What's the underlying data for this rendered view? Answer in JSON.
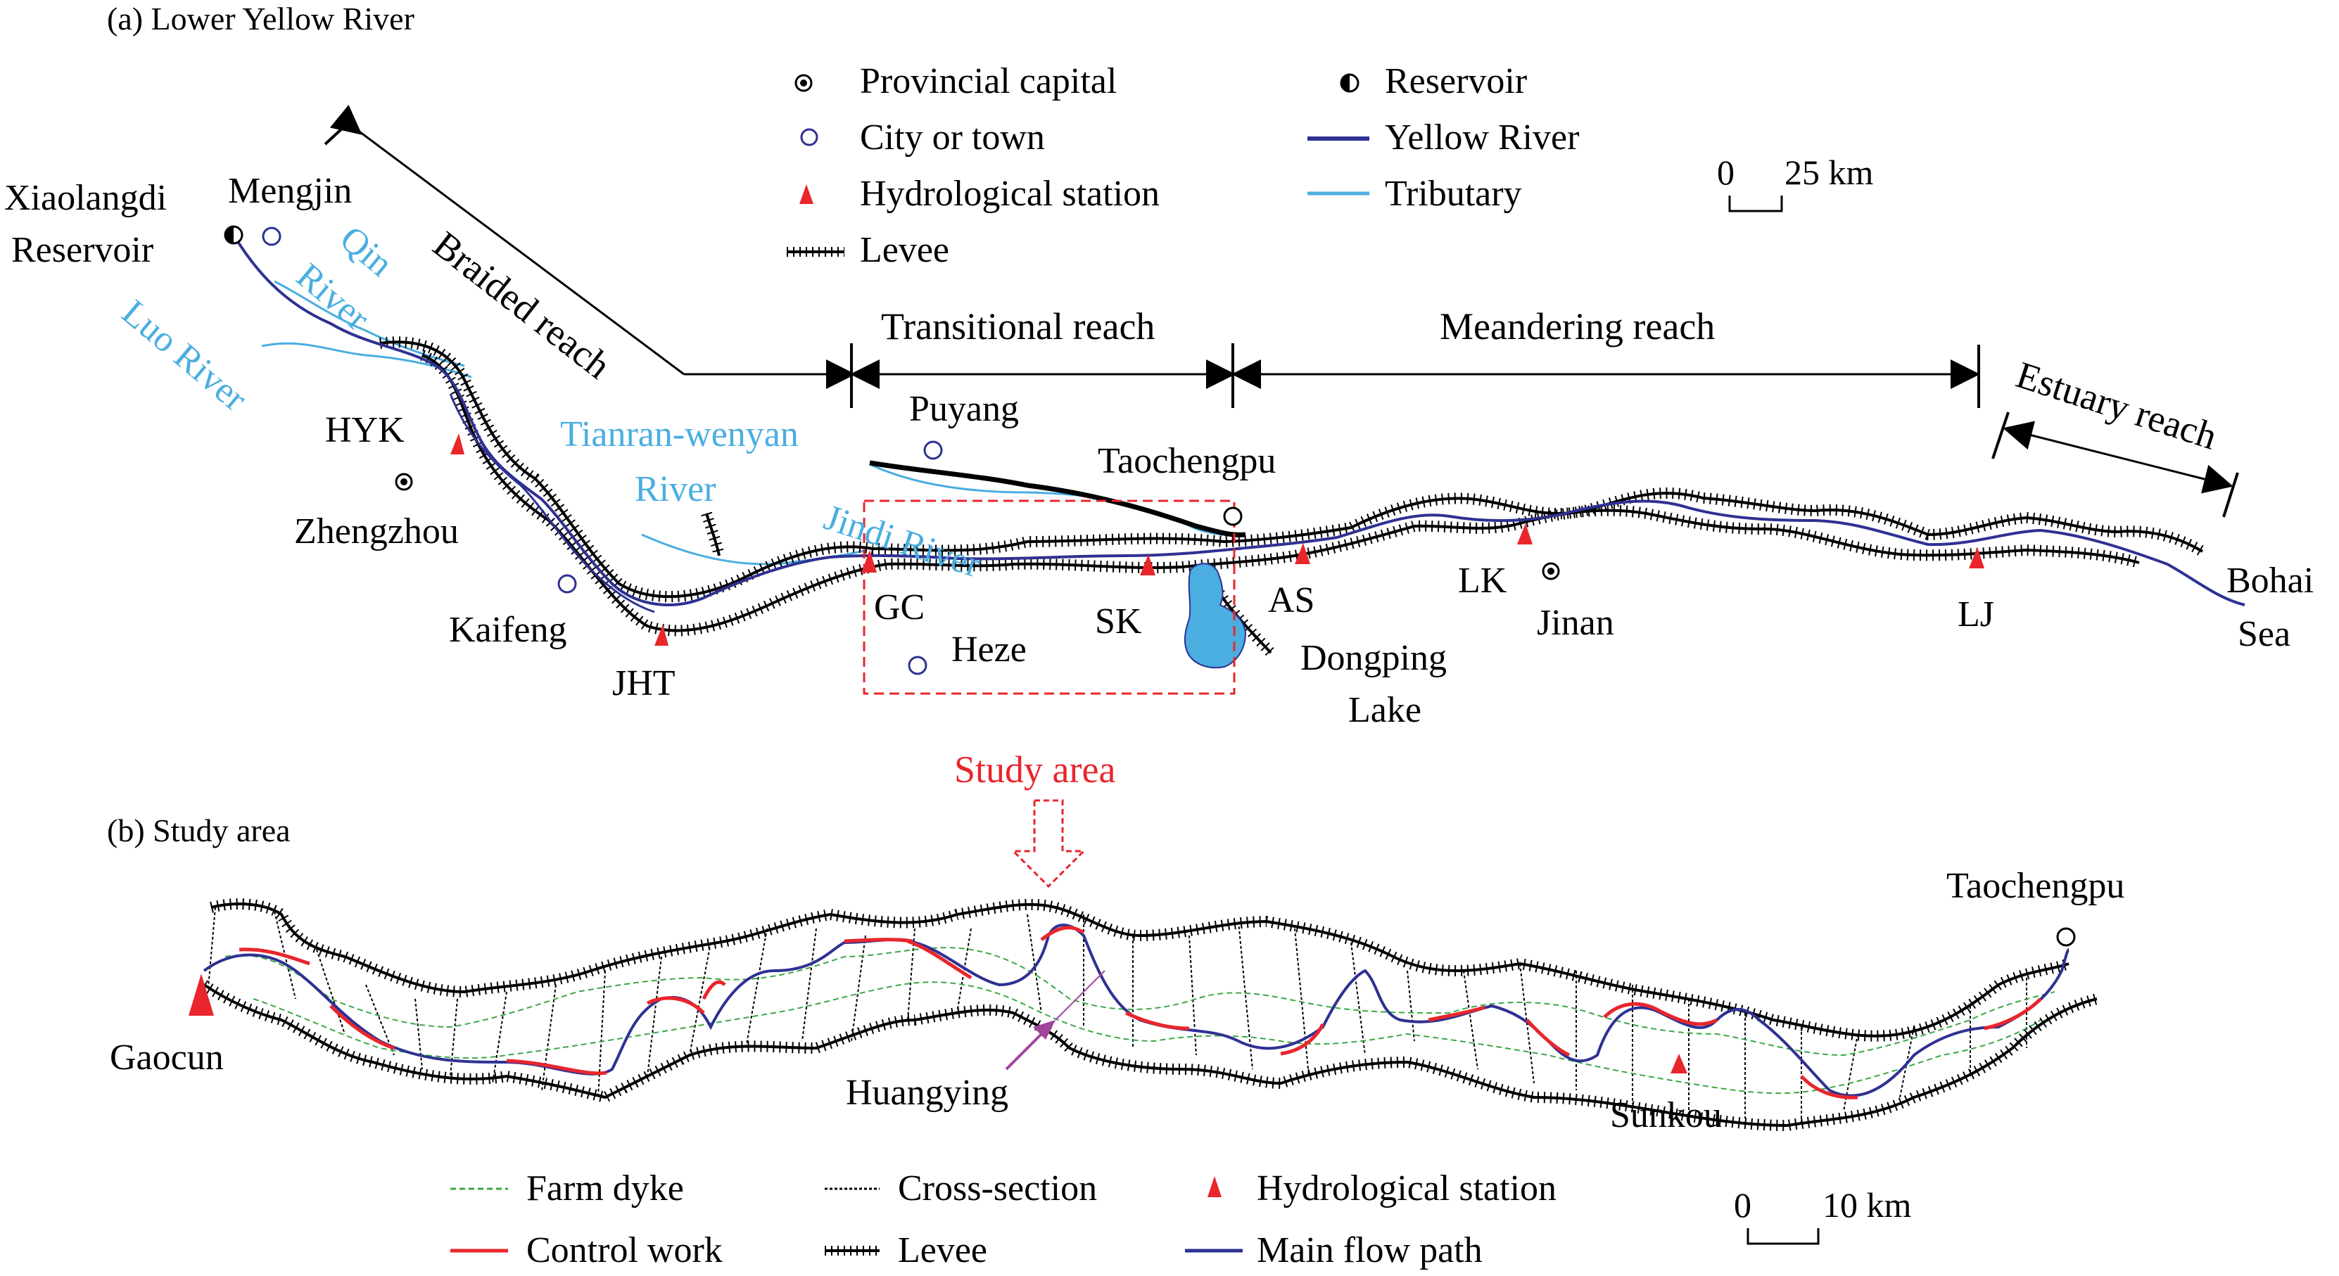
{
  "panel_a": {
    "title": "(a) Lower Yellow River",
    "legend": {
      "provincial_capital": "Provincial capital",
      "city_or_town": "City or town",
      "hydrological_station": "Hydrological station",
      "levee": "Levee",
      "reservoir": "Reservoir",
      "yellow_river": "Yellow River",
      "tributary": "Tributary"
    },
    "scale": {
      "zero": "0",
      "value": "25 km"
    },
    "reaches": {
      "braided": "Braided reach",
      "transitional": "Transitional reach",
      "meandering": "Meandering reach",
      "estuary": "Estuary reach"
    },
    "labels": {
      "xiaolangdi_1": "Xiaolangdi",
      "xiaolangdi_2": "Reservoir",
      "mengjin": "Mengjin",
      "qin_1": "Qin",
      "qin_2": "River",
      "luo": "Luo River",
      "hyk": "HYK",
      "zhengzhou": "Zhengzhou",
      "kaifeng": "Kaifeng",
      "jht": "JHT",
      "tianran_1": "Tianran-wenyan",
      "tianran_2": "River",
      "jindi": "Jindi River",
      "puyang": "Puyang",
      "taochengpu": "Taochengpu",
      "gc": "GC",
      "heze": "Heze",
      "sk": "SK",
      "as": "AS",
      "dongping_1": "Dongping",
      "dongping_2": "Lake",
      "lk": "LK",
      "jinan": "Jinan",
      "lj": "LJ",
      "bohai_1": "Bohai",
      "bohai_2": "Sea"
    }
  },
  "study_area_label": "Study area",
  "panel_b": {
    "title": "(b) Study area",
    "labels": {
      "gaocun": "Gaocun",
      "huangying": "Huangying",
      "sunkou": "Sunkou",
      "taochengpu": "Taochengpu"
    },
    "legend": {
      "farm_dyke": "Farm dyke",
      "cross_section": "Cross-section",
      "hydrological_station": "Hydrological station",
      "control_work": "Control work",
      "levee": "Levee",
      "main_flow_path": "Main flow path"
    },
    "scale": {
      "zero": "0",
      "value": "10 km"
    }
  },
  "colors": {
    "yellow_river": "#2e3192",
    "tributary": "#4aaee0",
    "station": "#e8262c",
    "study_box": "#e8262c",
    "farm_dyke": "#3aa845",
    "control_work": "#e8262c",
    "main_flow": "#2e3192",
    "lake": "#4aaee0",
    "huangying_arrow": "#a0449c"
  }
}
